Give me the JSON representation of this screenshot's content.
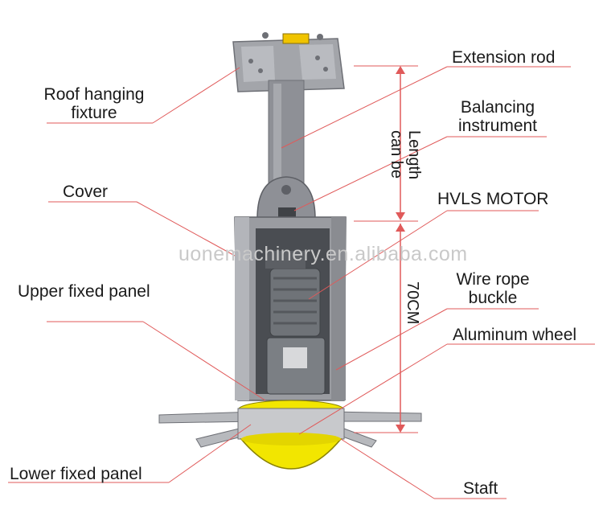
{
  "labels": {
    "extension_rod": "Extension rod",
    "roof_hanging_fixture_1": "Roof hanging",
    "roof_hanging_fixture_2": "fixture",
    "balancing_instrument_1": "Balancing",
    "balancing_instrument_2": "instrument",
    "cover": "Cover",
    "hvls_motor": "HVLS MOTOR",
    "upper_fixed_panel": "Upper fixed panel",
    "wire_rope_buckle_1": "Wire rope",
    "wire_rope_buckle_2": "buckle",
    "aluminum_wheel": "Aluminum wheel",
    "lower_fixed_panel": "Lower fixed panel",
    "staft": "Staft"
  },
  "dimensions": {
    "length_line_1": "Length",
    "length_line_2": "can be",
    "motor_section": "70CM"
  },
  "watermark": "uonemachinery.en.alibaba.com",
  "colors": {
    "leader_line": "#e05a5a",
    "frame": "#8e9096",
    "frame_dark": "#5e6066",
    "motor": "#6f7378",
    "wheel_yellow": "#f2e600",
    "label_text": "#1a1a1a"
  }
}
